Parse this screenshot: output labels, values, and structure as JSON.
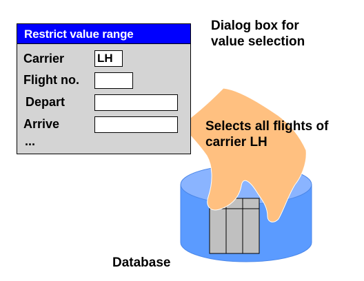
{
  "dialog": {
    "title": "Restrict value range",
    "fields": [
      {
        "label": "Carrier",
        "value": "LH"
      },
      {
        "label": "Flight no.",
        "value": ""
      },
      {
        "label": "Depart",
        "value": ""
      },
      {
        "label": "Arrive",
        "value": ""
      }
    ],
    "more": "..."
  },
  "captions": {
    "dialog_note": [
      "Dialog box for",
      "value selection"
    ],
    "selection_note": [
      "Selects all flights of",
      "carrier LH"
    ],
    "database": "Database"
  },
  "colors": {
    "title_bar": "#0000ff",
    "dialog_bg": "#d4d4d4",
    "database": "#5b9bff",
    "database_top": "#8ab4ff",
    "hand": "#ffc080",
    "table": "#c0c0c0"
  },
  "icons": {
    "database": "cylinder-icon",
    "hand": "hand-icon",
    "table": "table-icon"
  }
}
